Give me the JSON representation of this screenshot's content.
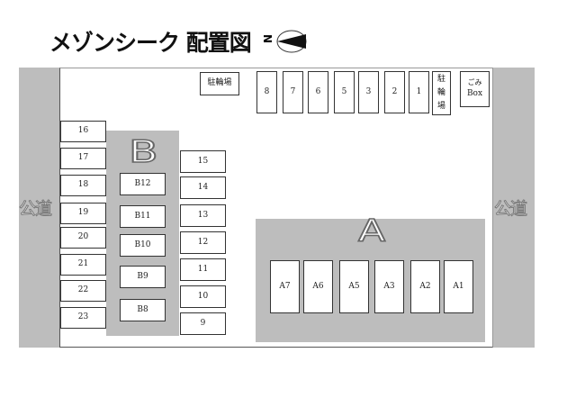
{
  "title": "メゾンシーク 配置図",
  "compass": {
    "label": "N"
  },
  "road_label": "公道",
  "bike_parking": "駐輪場",
  "bike_parking_vertical": [
    "駐",
    "輪",
    "場"
  ],
  "trash": {
    "line1": "ごみ",
    "line2": "Box"
  },
  "top_slots": [
    "8",
    "7",
    "6",
    "5",
    "3",
    "2",
    "1"
  ],
  "left_slots": [
    "16",
    "17",
    "18",
    "19",
    "20",
    "21",
    "22",
    "23"
  ],
  "zone_b": {
    "label": "B",
    "slots": [
      "B12",
      "B11",
      "B10",
      "B9",
      "B8"
    ]
  },
  "middle_slots": [
    "15",
    "14",
    "13",
    "12",
    "11",
    "10",
    "9"
  ],
  "zone_a": {
    "label": "A",
    "slots": [
      "A7",
      "A6",
      "A5",
      "A3",
      "A2",
      "A1"
    ]
  }
}
